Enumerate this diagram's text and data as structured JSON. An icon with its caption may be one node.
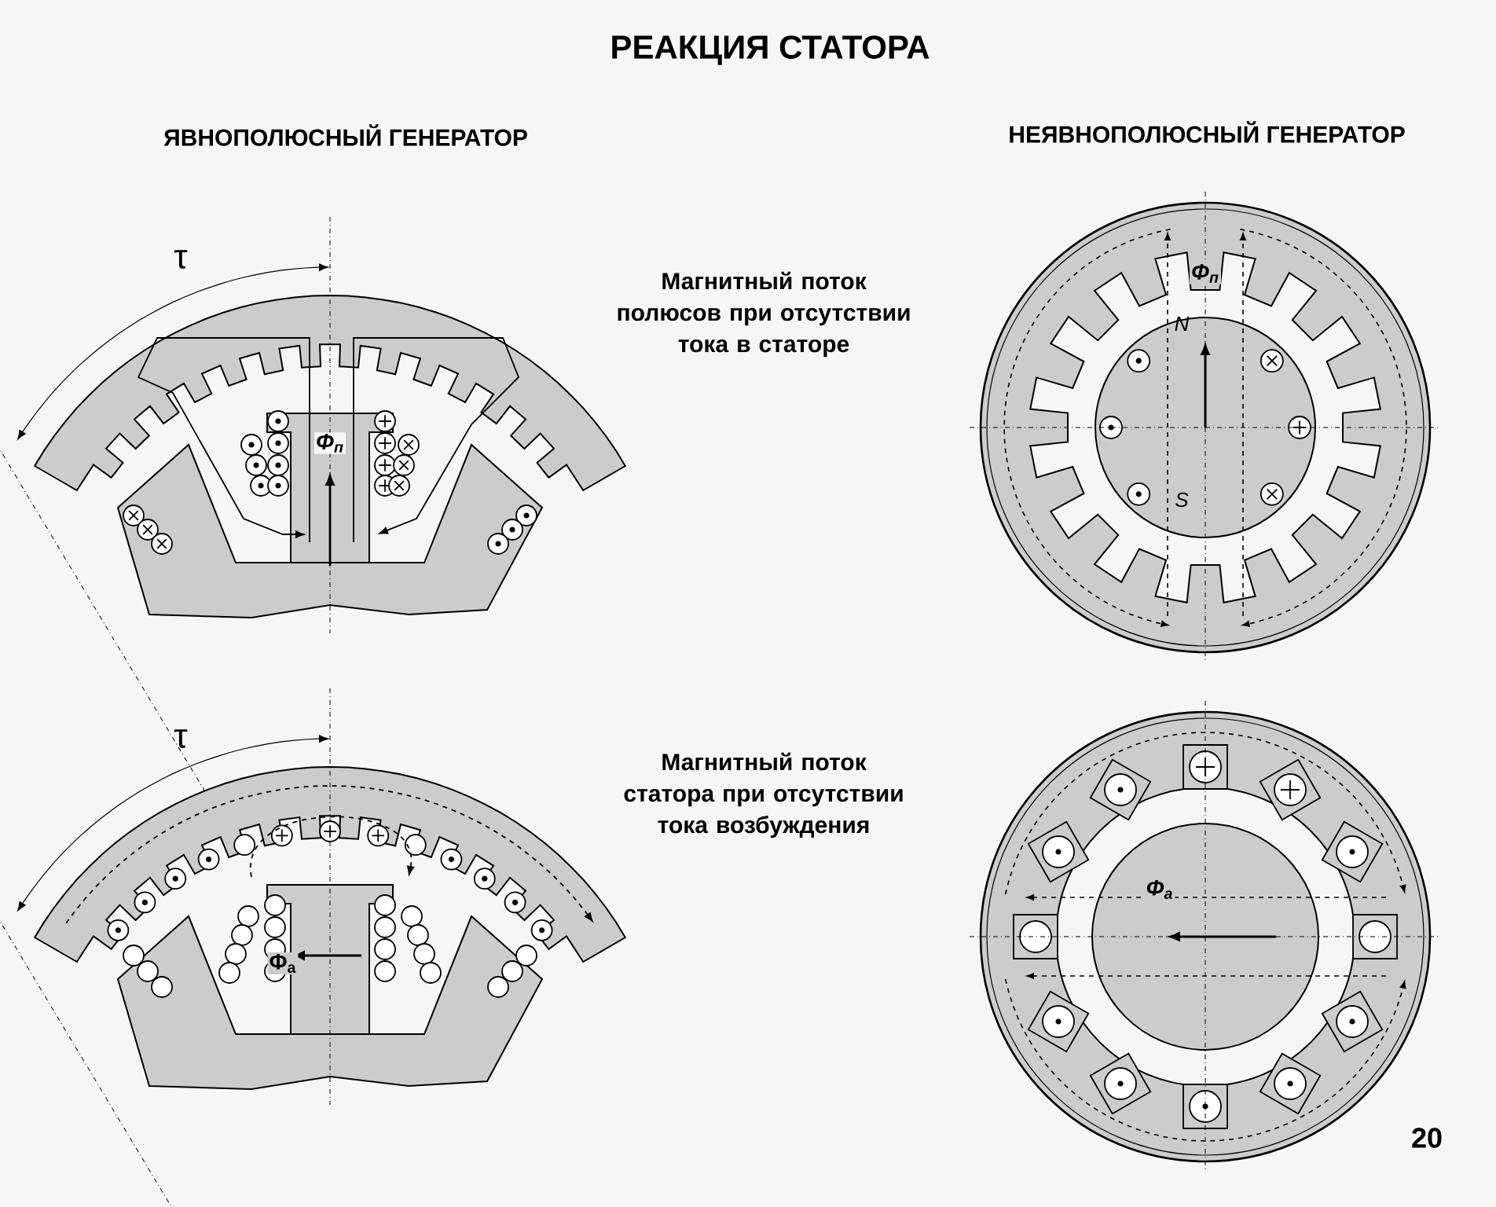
{
  "diagram": {
    "title": "РЕАКЦИЯ СТАТОРА",
    "labels": [
      "ЯВНОПОЛЮСНЫЙ ГЕНЕРАТОР",
      "НЕЯВНОПОЛЮСНЫЙ ГЕНЕРАТОР",
      "τ",
      "Магнитный поток полюсов при отсутствии тока в статоре",
      "Φ$_{п}$",
      "N",
      "Φ$_{п}$",
      "S",
      "τ",
      "Магнитный поток статора при отсутствии тока возбуждения",
      "Φ$_{a}$",
      "Φ$_{a}$",
      "20"
    ]
  }
}
